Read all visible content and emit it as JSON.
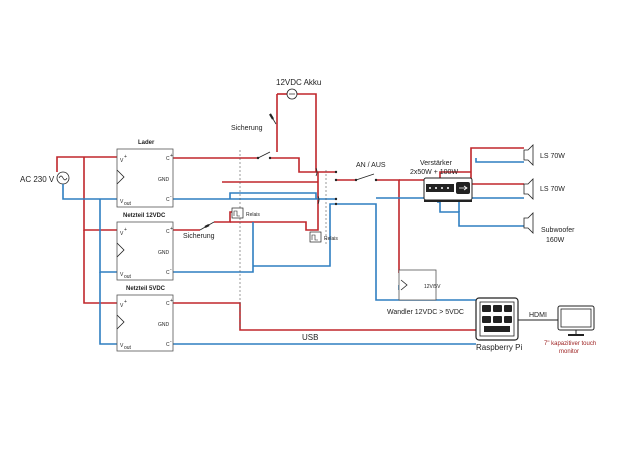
{
  "labels": {
    "ac_input": "AC 230 V",
    "battery": "12VDC Akku",
    "fuse_top": "Sicherung",
    "fuse_mid": "Sicherung",
    "switch": "AN / AUS",
    "amplifier_title": "Verstärker",
    "amplifier_spec": "2x50W + 100W",
    "speaker_left": "LS 70W",
    "speaker_right": "LS 70W",
    "subwoofer_name": "Subwoofer",
    "subwoofer_power": "160W",
    "relay_1": "Relais",
    "relay_2": "Relais",
    "converter": "Wandler 12VDC > 5VDC",
    "converter_inner": "12V/5V",
    "hdmi": "HDMI",
    "usb": "USB",
    "raspberry": "Raspberry Pi",
    "monitor_line1": "7\" kapazitiver touch",
    "monitor_line2": "monitor"
  },
  "blocks": [
    {
      "title": "Lader",
      "vplus": "V",
      "vplus_sup": "+",
      "vout": "V",
      "vout_sub": "out",
      "c_plus": "C",
      "c_plus_sup": "+",
      "gnd": "GND",
      "c_minus": "C",
      "c_minus_sup": "-"
    },
    {
      "title": "Netzteil 12VDC",
      "vplus": "V",
      "vplus_sup": "+",
      "vout": "V",
      "vout_sub": "out",
      "c_plus": "C",
      "c_plus_sup": "+",
      "gnd": "GND",
      "c_minus": "C",
      "c_minus_sup": "-"
    },
    {
      "title": "Netzteil 5VDC",
      "vplus": "V",
      "vplus_sup": "+",
      "vout": "V",
      "vout_sub": "out",
      "c_plus": "C",
      "c_plus_sup": "+",
      "gnd": "GND",
      "c_minus": "C",
      "c_minus_sup": "-"
    }
  ],
  "colors": {
    "positive_wire": "#c0262b",
    "negative_wire": "#2f7fc1",
    "text": "#222222",
    "monitor_label": "#9b1c1c"
  }
}
